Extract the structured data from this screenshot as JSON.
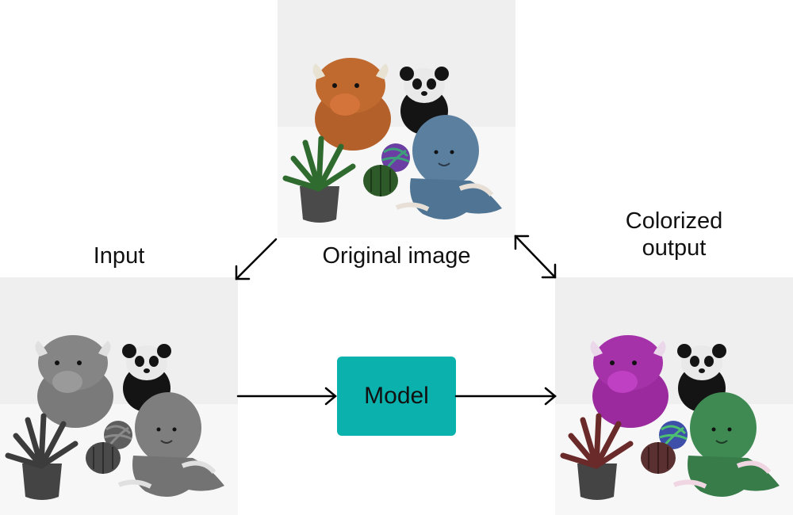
{
  "labels": {
    "original": "Original image",
    "input": "Input",
    "output": "Colorized\noutput"
  },
  "model": {
    "label": "Model"
  },
  "colors": {
    "model_box": "#0bb1ac",
    "arrow": "#000000",
    "background_photo": "#efefef",
    "floor": "#f6f6f6",
    "highland_cow_original": "#b4602a",
    "panda_black": "#141414",
    "octopus_original": "#5b7f9e",
    "plant": "#2f6b2f",
    "pot": "#4a4a4a",
    "yarn_ball": "#6b3ea3",
    "squash": "#2e5a2a",
    "highland_cow_colorized": "#9a2a9e",
    "octopus_colorized": "#3f8a52"
  },
  "icons": [
    "highland-cow-plush",
    "panda-plush",
    "octopus-plush",
    "potted-plant",
    "yarn-ball",
    "squash"
  ]
}
